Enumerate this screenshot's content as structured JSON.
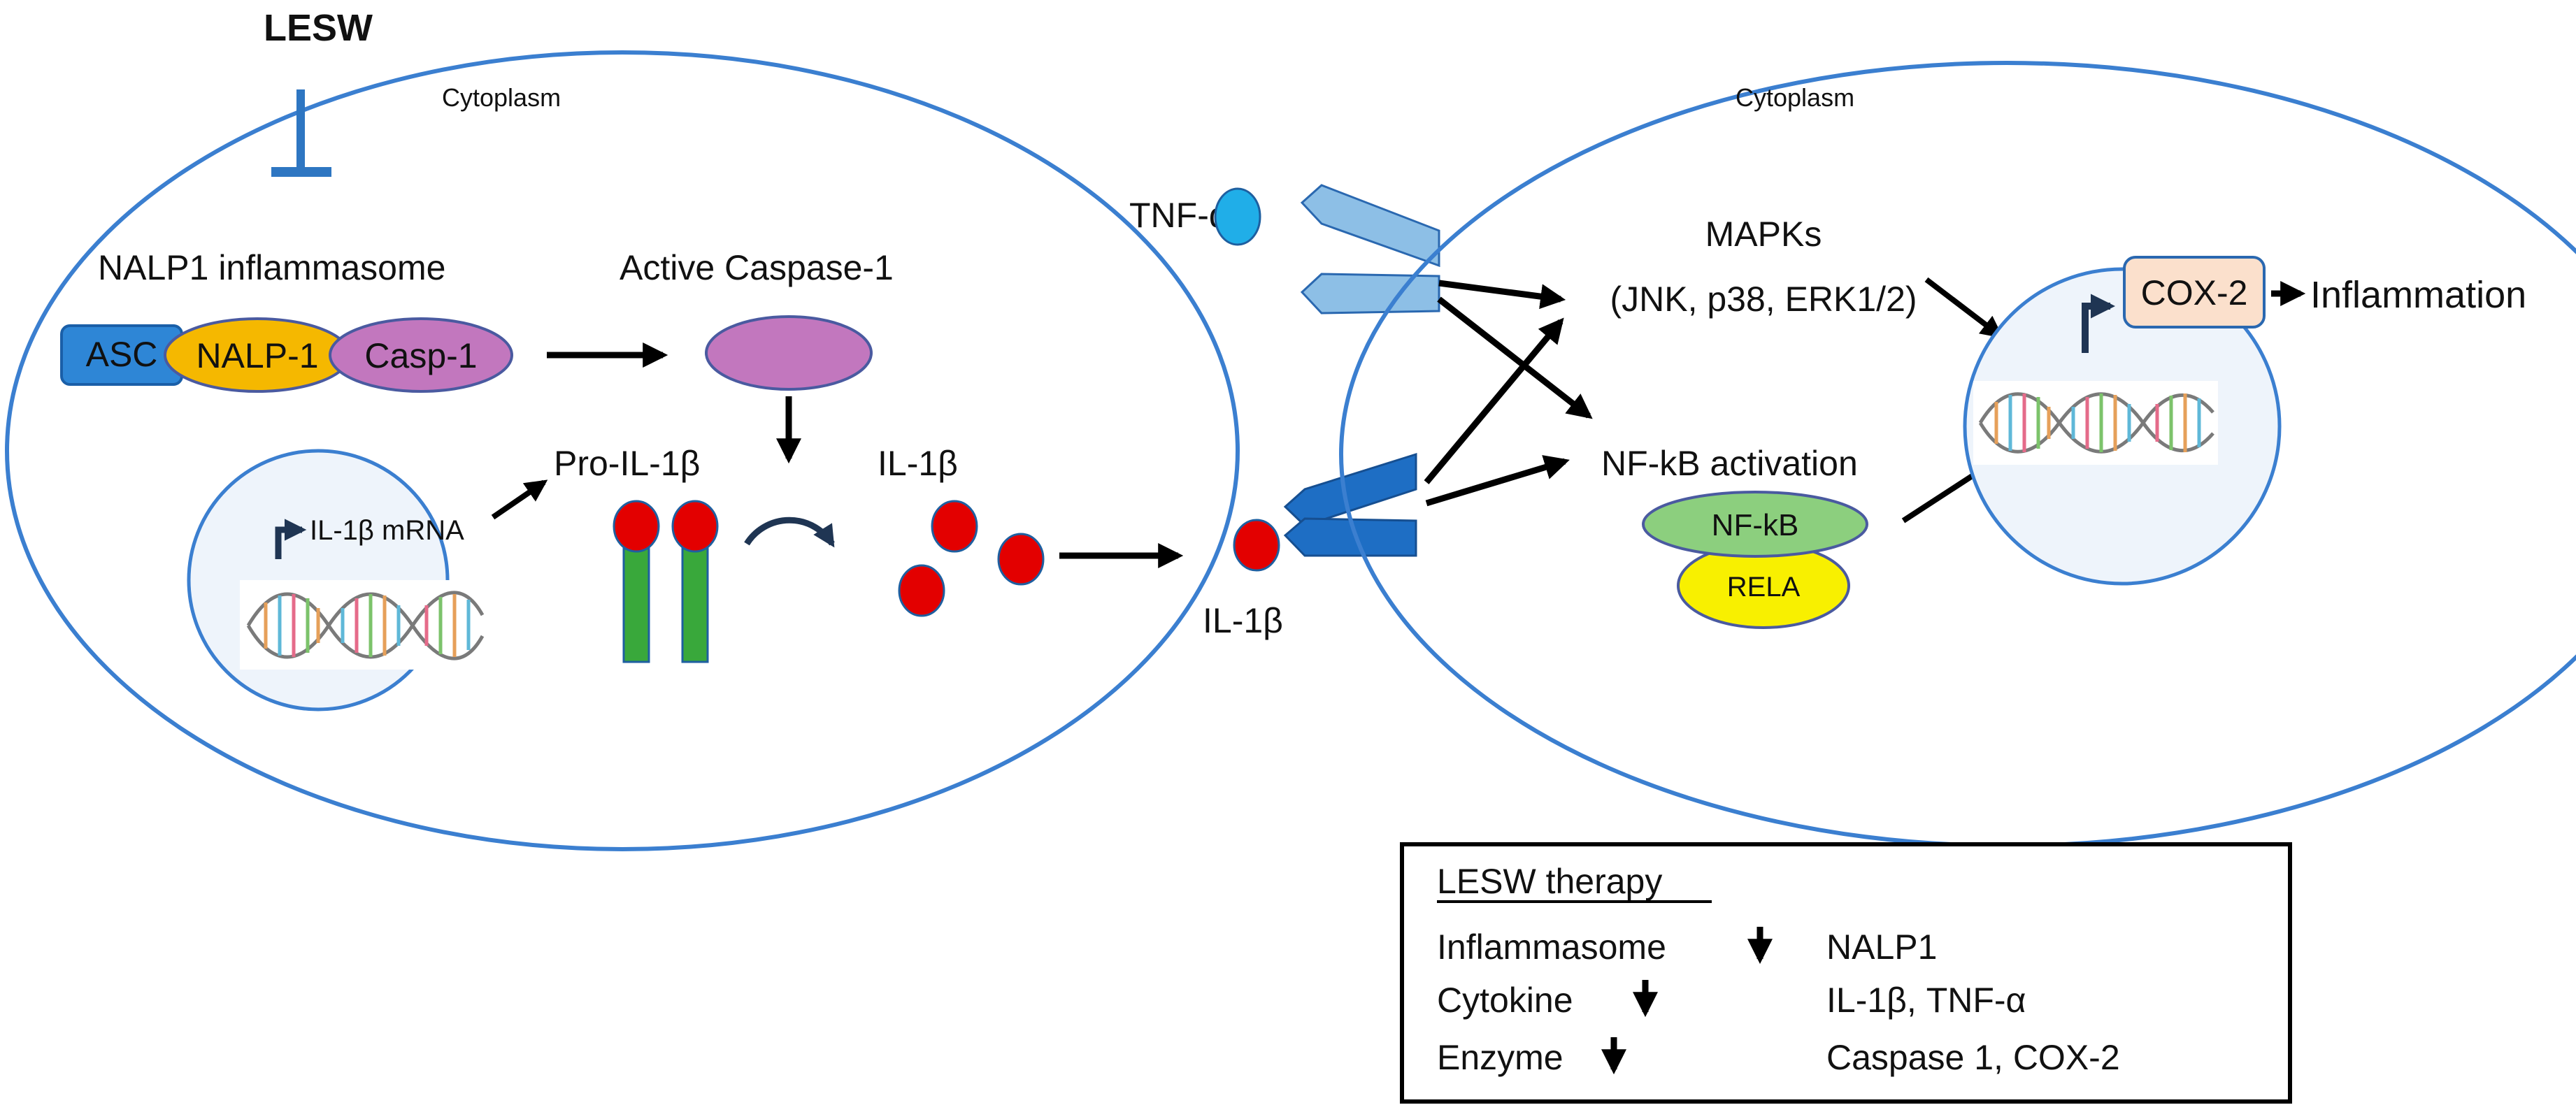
{
  "title": "LESW",
  "left_cell": {
    "compartment": "Cytoplasm",
    "inflammasome_label": "NALP1 inflammasome",
    "asc": "ASC",
    "nalp": "NALP-1",
    "casp": "Casp-1",
    "active_caspase": "Active Caspase-1",
    "mrna": "IL-1β mRNA",
    "pro": "Pro-IL-1β",
    "il1b": "IL-1β"
  },
  "extracellular": {
    "tnf": "TNF-α",
    "il1b": "IL-1β"
  },
  "right_cell": {
    "compartment": "Cytoplasm",
    "mapks": "MAPKs",
    "mapks_list": "(JNK, p38, ERK1/2)",
    "nfkb_activation": "NF-kB activation",
    "nfkb": "NF-kB",
    "rela": "RELA",
    "cox2": "COX-2",
    "inflammation": "Inflammation"
  },
  "legend": {
    "title": "LESW therapy",
    "rows": [
      {
        "label": "Inflammasome",
        "target": "NALP1"
      },
      {
        "label": "Cytokine",
        "target": "IL-1β, TNF-α"
      },
      {
        "label": "Enzyme",
        "target": "Caspase 1, COX-2"
      }
    ]
  },
  "colors": {
    "membrane": "#3b7fd0",
    "nucleus_fill": "#eef4fb",
    "asc": "#2e86d6",
    "nalp": "#f5b800",
    "casp": "#c277be",
    "il1b": "#e30000",
    "stalk": "#39a83b",
    "tnf": "#20aee8",
    "receptor_light": "#8dbfe6",
    "receptor_dark": "#1e6ec4",
    "nfkb": "#8ccf7e",
    "rela": "#f8f000",
    "cox2": "#fbe0cc"
  }
}
